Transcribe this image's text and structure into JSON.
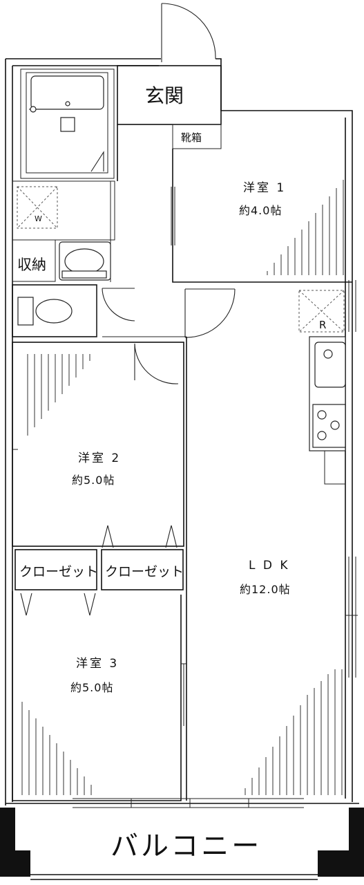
{
  "rooms": {
    "entrance": "玄関",
    "shoe_box": "靴箱",
    "storage": "収納",
    "room1": {
      "name": "洋室 1",
      "size": "約4.0帖"
    },
    "room2": {
      "name": "洋室 2",
      "size": "約5.0帖"
    },
    "room3": {
      "name": "洋室 3",
      "size": "約5.0帖"
    },
    "ldk": {
      "name": "L D K",
      "size": "約12.0帖"
    },
    "closet_left": "クローゼット",
    "closet_right": "クローゼット",
    "balcony": "バルコニー"
  },
  "marks": {
    "washer": "W",
    "fridge": "R"
  }
}
